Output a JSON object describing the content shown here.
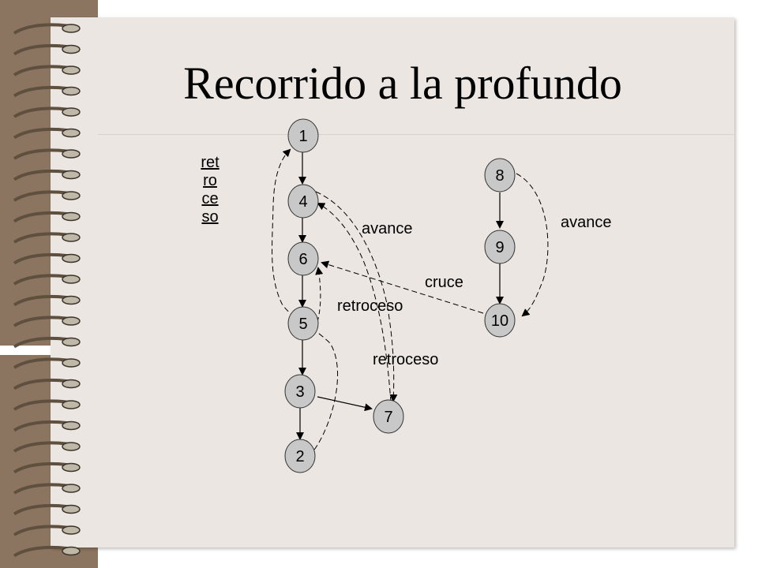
{
  "slide": {
    "title": "Recorrido a la profundo",
    "vertical_label": "retroceso"
  },
  "graph": {
    "nodes": [
      {
        "id": "1",
        "label": "1"
      },
      {
        "id": "4",
        "label": "4"
      },
      {
        "id": "6",
        "label": "6"
      },
      {
        "id": "5",
        "label": "5"
      },
      {
        "id": "3",
        "label": "3"
      },
      {
        "id": "2",
        "label": "2"
      },
      {
        "id": "7",
        "label": "7"
      },
      {
        "id": "8",
        "label": "8"
      },
      {
        "id": "9",
        "label": "9"
      },
      {
        "id": "10",
        "label": "10"
      }
    ],
    "tree_edges": [
      {
        "from": "1",
        "to": "4"
      },
      {
        "from": "4",
        "to": "6"
      },
      {
        "from": "6",
        "to": "5"
      },
      {
        "from": "5",
        "to": "3"
      },
      {
        "from": "3",
        "to": "2"
      },
      {
        "from": "3",
        "to": "7"
      },
      {
        "from": "8",
        "to": "9"
      },
      {
        "from": "9",
        "to": "10"
      }
    ],
    "traversal_edges": [
      {
        "from": "2",
        "to": "1",
        "style": "dashed"
      },
      {
        "from": "5",
        "to": "6",
        "style": "dashed"
      },
      {
        "from": "4",
        "to": "7",
        "style": "dashed"
      },
      {
        "from": "7",
        "to": "4",
        "style": "dashed"
      },
      {
        "from": "8",
        "to": "10",
        "style": "dashed"
      },
      {
        "from": "10",
        "to": "6",
        "style": "dashed"
      }
    ],
    "edge_labels": {
      "avance_left": "avance",
      "avance_right": "avance",
      "retroceso_mid": "retroceso",
      "retroceso_low": "retroceso",
      "cruce": "cruce"
    }
  },
  "colors": {
    "node_fill": "#c8c8c8",
    "node_stroke": "#333333",
    "paper": "#ebe6e1",
    "spine": "#8c7560"
  }
}
